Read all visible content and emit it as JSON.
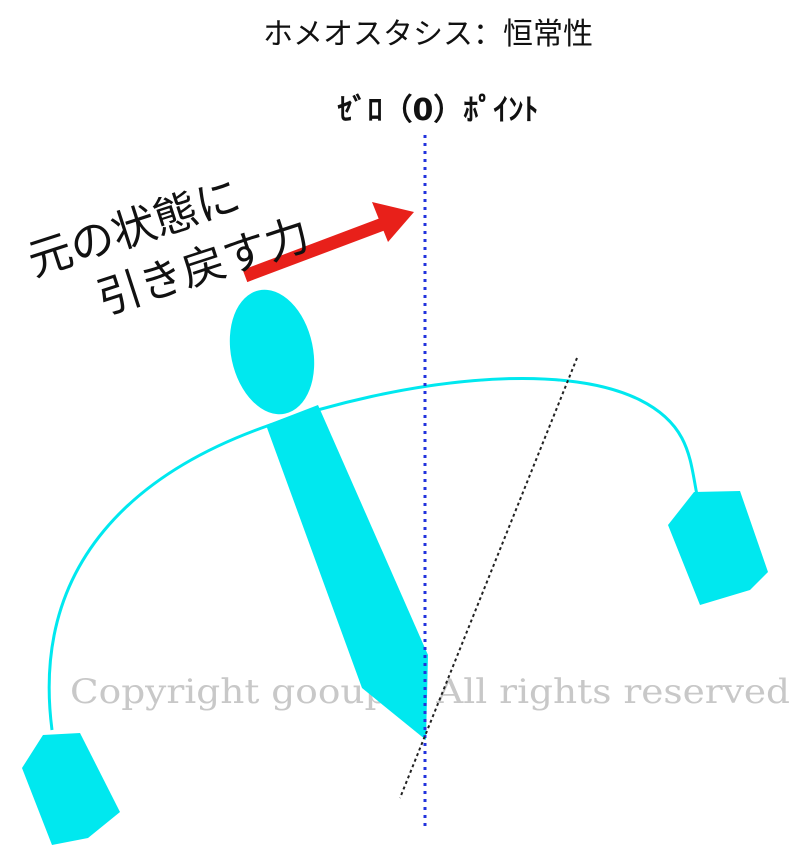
{
  "title": "ホメオスタシス：恒常性",
  "zero_point_label": "ｾﾞﾛ（0）ﾎﾟｲﾝﾄ",
  "arrow_label": {
    "line1": "元の状態に",
    "line2": "引き戻す力"
  },
  "watermark": "Copyright  gooup  g  All rights reserved",
  "colors": {
    "figure": "#00e8ef",
    "arrow": "#e8201a",
    "zero_line": "#2233dd",
    "tilt_line": "#222222",
    "text": "#111111",
    "watermark": "#c8c8c8"
  }
}
